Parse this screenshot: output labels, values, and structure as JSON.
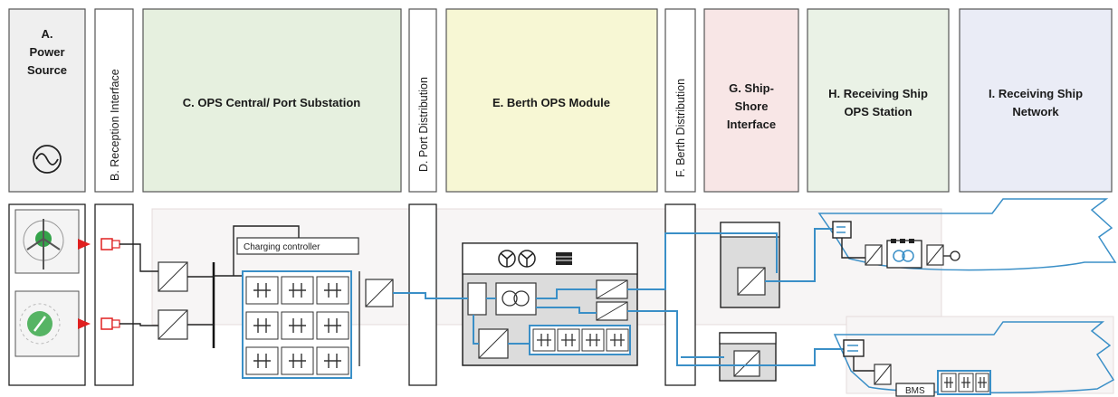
{
  "columns": {
    "a": {
      "label_line1": "A.",
      "label_line2": "Power",
      "label_line3": "Source",
      "bg": "#efefef"
    },
    "b": {
      "label": "B. Reception Interface",
      "bg": "#ffffff"
    },
    "c": {
      "label": "C. OPS Central/ Port Substation",
      "bg": "#e6f0df"
    },
    "d": {
      "label": "D. Port Distribution",
      "bg": "#ffffff"
    },
    "e": {
      "label": "E. Berth OPS Module",
      "bg": "#f7f7d4"
    },
    "f": {
      "label": "F. Berth Distribution",
      "bg": "#ffffff"
    },
    "g": {
      "label_line1": "G. Ship-",
      "label_line2": "Shore",
      "label_line3": "Interface",
      "bg": "#f8e6e6"
    },
    "h": {
      "label_line1": "H. Receiving Ship",
      "label_line2": "OPS Station",
      "bg": "#eaf2e6"
    },
    "i": {
      "label_line1": "I. Receiving Ship",
      "label_line2": "Network",
      "bg": "#eaecf6"
    }
  },
  "labels": {
    "charging_controller": "Charging controller",
    "bms": "BMS"
  },
  "icons": {
    "ac_source": "sine-wave-icon",
    "wind": "wind-turbine-icon",
    "solar": "solar-panel-icon"
  },
  "colors": {
    "cable": "#3a8fc7",
    "arrow": "#e02020",
    "battery_rack": "#3a8fc7"
  }
}
